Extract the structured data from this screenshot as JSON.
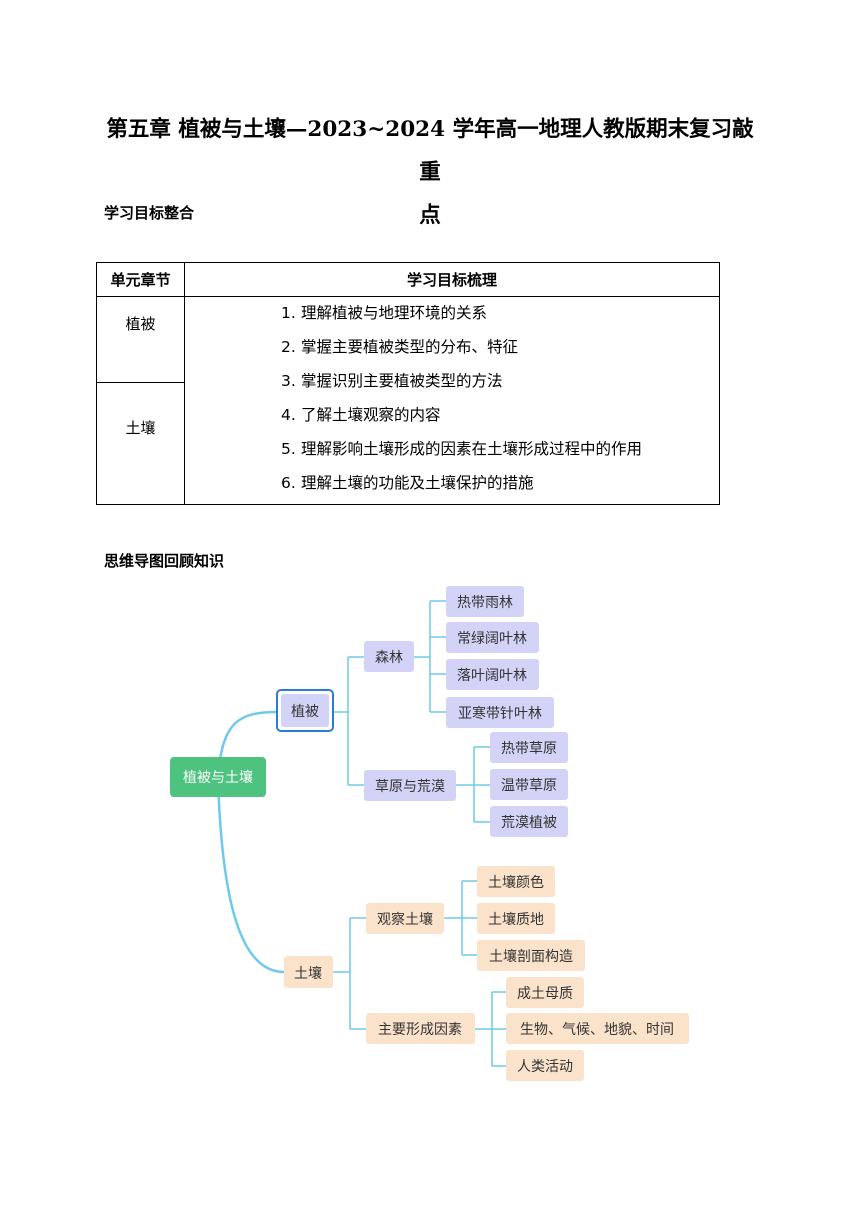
{
  "document": {
    "title_line1": "第五章  植被与土壤—2023~2024 学年高一地理人教版期末复习敲重",
    "title_line2": "点",
    "section_goals": "学习目标整合",
    "section_mindmap": "思维导图回顾知识"
  },
  "table": {
    "headers": [
      "单元章节",
      "学习目标梳理"
    ],
    "units": [
      "植被",
      "土壤"
    ],
    "goals": [
      {
        "num": "1.",
        "text": "理解植被与地理环境的关系"
      },
      {
        "num": "2.",
        "text": "掌握主要植被类型的分布、特征"
      },
      {
        "num": "3.",
        "text": "掌握识别主要植被类型的方法"
      },
      {
        "num": "4.",
        "text": "了解土壤观察的内容"
      },
      {
        "num": "5.",
        "text": "理解影响土壤形成的因素在土壤形成过程中的作用"
      },
      {
        "num": "6.",
        "text": "理解土壤的功能及土壤保护的措施"
      }
    ]
  },
  "mindmap": {
    "root": "植被与土壤",
    "vegetation": {
      "label": "植被",
      "forest": {
        "label": "森林",
        "children": [
          "热带雨林",
          "常绿阔叶林",
          "落叶阔叶林",
          "亚寒带针叶林"
        ]
      },
      "grass": {
        "label": "草原与荒漠",
        "children": [
          "热带草原",
          "温带草原",
          "荒漠植被"
        ]
      }
    },
    "soil": {
      "label": "土壤",
      "observe": {
        "label": "观察土壤",
        "children": [
          "土壤颜色",
          "土壤质地",
          "土壤剖面构造"
        ]
      },
      "factors": {
        "label": "主要形成因素",
        "children": [
          "成土母质",
          "生物、气候、地貌、时间",
          "人类活动"
        ]
      }
    },
    "colors": {
      "root_fill": "#4ec27f",
      "veg_fill": "#d3d3f7",
      "veg_border": "#2e7bd6",
      "soil_fill": "#fbe3cb",
      "line": "#6ec9ec"
    }
  }
}
